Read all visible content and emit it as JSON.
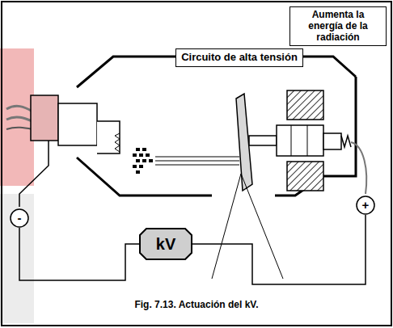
{
  "diagram": {
    "caption": "Fig. 7.13. Actuación del kV.",
    "nodes": [
      {
        "text": [
          "Aumenta la energía de la radiación"
        ]
      },
      {
        "text": [
          "Circuito de alta tensión"
        ]
      },
      {
        "text": [
          "-"
        ]
      },
      {
        "text": [
          "+"
        ]
      },
      {
        "text": [
          "kV"
        ]
      }
    ],
    "edges": [
      {
        "from": 2,
        "to": 4,
        "arrow": "none"
      },
      {
        "from": 4,
        "to": 3,
        "arrow": "none"
      }
    ]
  }
}
